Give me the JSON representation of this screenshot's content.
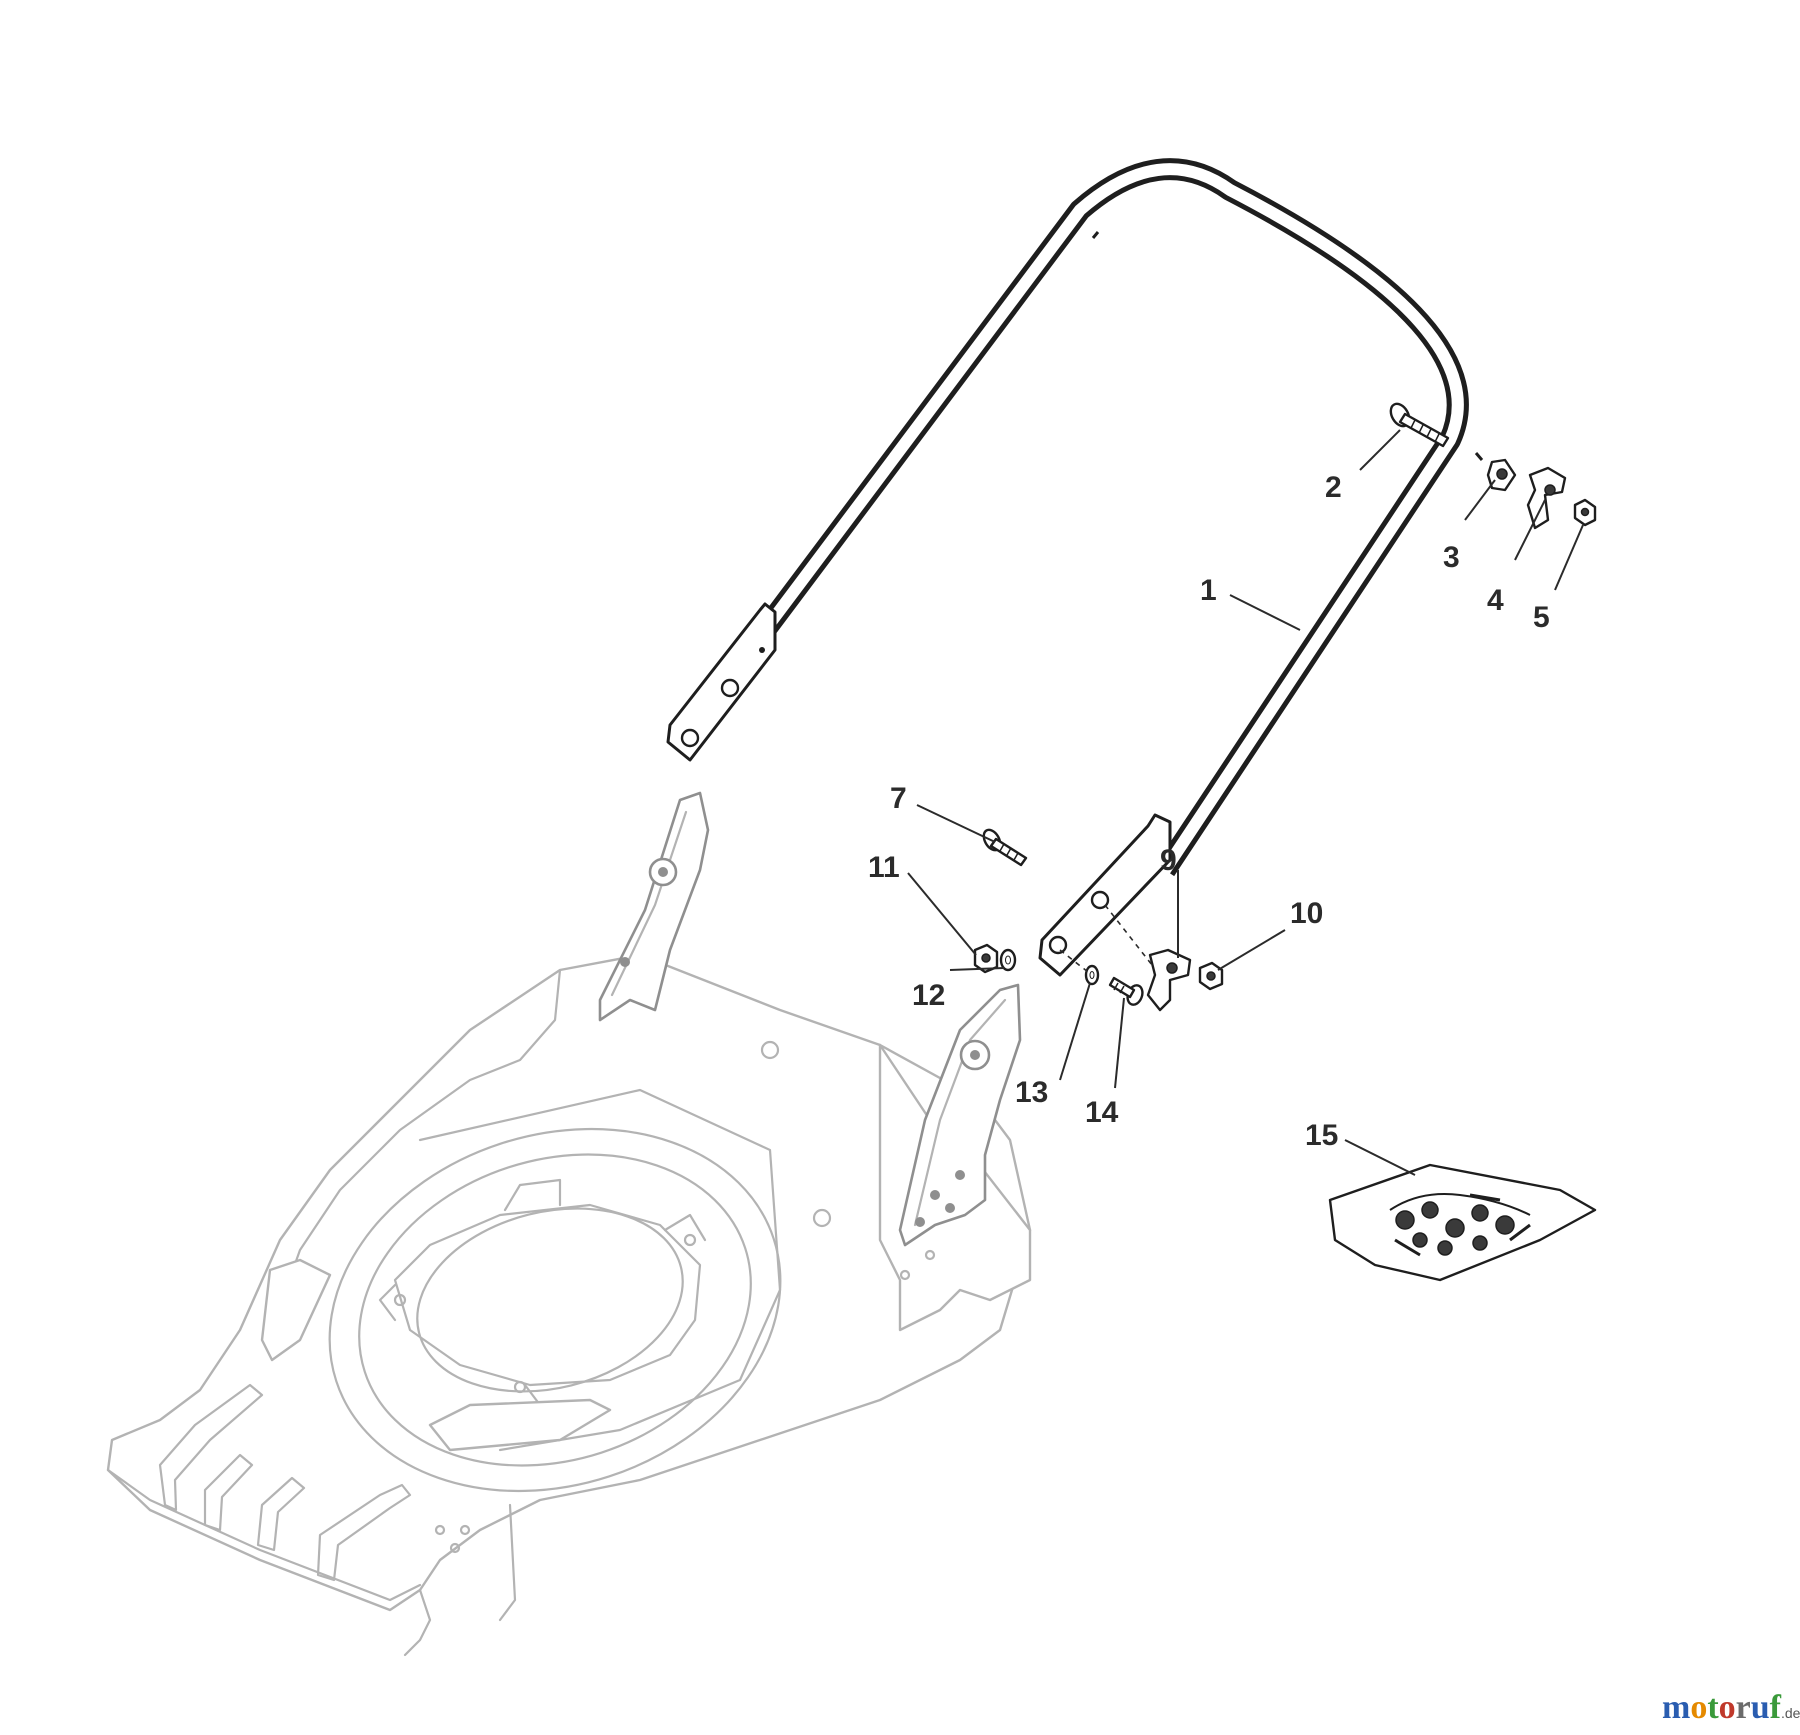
{
  "callouts": [
    {
      "id": "1",
      "label": "1"
    },
    {
      "id": "2",
      "label": "2"
    },
    {
      "id": "3",
      "label": "3"
    },
    {
      "id": "4",
      "label": "4"
    },
    {
      "id": "5",
      "label": "5"
    },
    {
      "id": "7",
      "label": "7"
    },
    {
      "id": "9",
      "label": "9"
    },
    {
      "id": "10",
      "label": "10"
    },
    {
      "id": "11",
      "label": "11"
    },
    {
      "id": "12",
      "label": "12"
    },
    {
      "id": "13",
      "label": "13"
    },
    {
      "id": "14",
      "label": "14"
    },
    {
      "id": "15",
      "label": "15"
    }
  ],
  "watermark": {
    "letters": [
      "m",
      "o",
      "t",
      "o",
      "r",
      "u",
      "f"
    ],
    "suffix": ".de",
    "colors": [
      "#2a5db0",
      "#e58a00",
      "#3a9a3a",
      "#c0392b",
      "#6b6b6b",
      "#2a5db0",
      "#3a9a3a"
    ]
  }
}
